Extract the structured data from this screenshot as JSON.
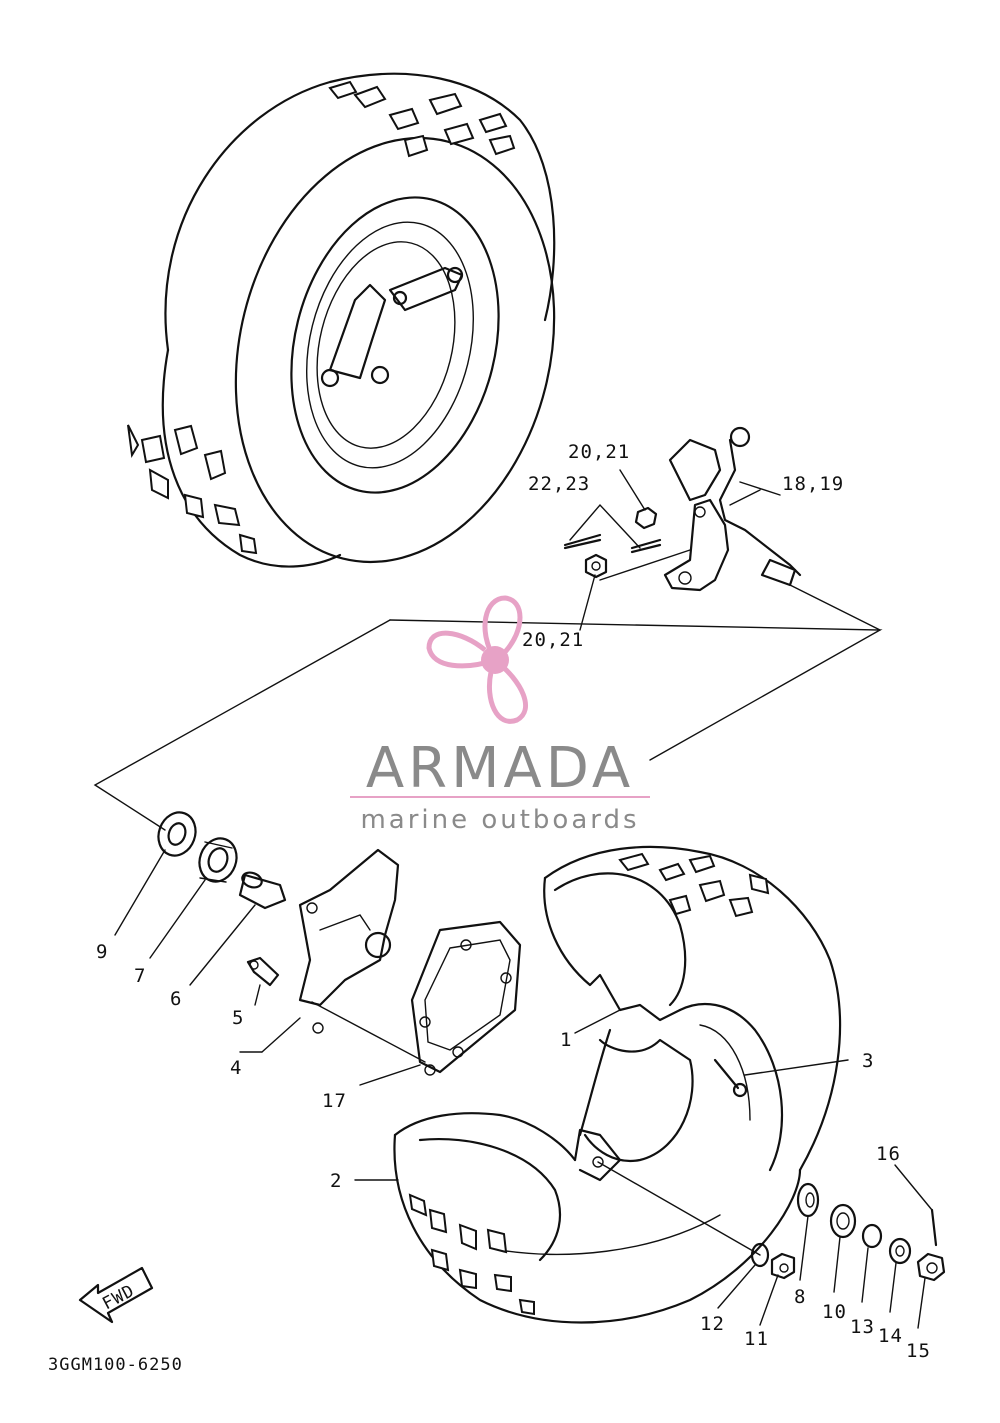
{
  "parts": {
    "p1": "1",
    "p2": "2",
    "p3": "3",
    "p4": "4",
    "p5": "5",
    "p6": "6",
    "p7": "7",
    "p8": "8",
    "p9": "9",
    "p10": "10",
    "p11": "11",
    "p12": "12",
    "p13": "13",
    "p14": "14",
    "p15": "15",
    "p16": "16",
    "p17": "17",
    "p18_19": "18,19",
    "p20_21_top": "20,21",
    "p20_21_bottom": "20,21",
    "p22_23": "22,23"
  },
  "fwd_label": "FWD",
  "diagram_code": "3GGM100-6250",
  "watermark": {
    "brand": "ARMADA",
    "tagline": "marine outboards",
    "accent_color": "#e7a2c6",
    "text_color": "#8a8a8a"
  }
}
